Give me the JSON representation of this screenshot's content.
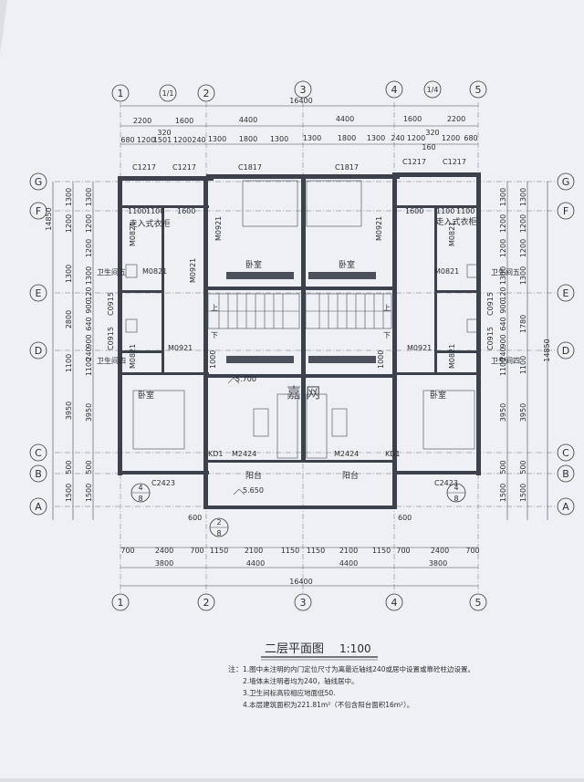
{
  "axes_top": [
    "1",
    "1/1",
    "2",
    "3",
    "4",
    "1/4",
    "5"
  ],
  "axes_bottom": [
    "1",
    "2",
    "3",
    "4",
    "5"
  ],
  "axes_left": [
    "G",
    "F",
    "E",
    "D",
    "C",
    "B",
    "A"
  ],
  "dims": {
    "total": "16400",
    "top_row1": [
      "2200",
      "1600",
      "4400",
      "4400",
      "1600",
      "2200"
    ],
    "top_row2": [
      "680",
      "1200",
      "1501",
      "1200",
      "240",
      "1300",
      "1800",
      "1300",
      "1300",
      "1800",
      "1300",
      "240",
      "1200",
      "1200",
      "680"
    ],
    "top_small": [
      "320",
      "320",
      "160"
    ],
    "bottom_row1": [
      "700",
      "2400",
      "700",
      "1150",
      "2100",
      "1150",
      "1150",
      "2100",
      "1150",
      "700",
      "2400",
      "700"
    ],
    "bottom_row2": [
      "3800",
      "4400",
      "4400",
      "3800"
    ],
    "bottom_total": "16400",
    "left_outer": [
      "1300",
      "1200",
      "1300",
      "2800",
      "1100",
      "3950",
      "500",
      "1500"
    ],
    "left_inner": [
      "1300",
      "1200",
      "1200",
      "1300",
      "120",
      "900",
      "640",
      "900",
      "240",
      "1100",
      "3950",
      "500",
      "1500"
    ],
    "left_total": "14850",
    "right_outer": [
      "1300",
      "1200",
      "1200",
      "1300",
      "1780",
      "1100",
      "3950",
      "500",
      "1500"
    ],
    "right_inner": [
      "1300",
      "1200",
      "1200",
      "1300",
      "120",
      "900",
      "640",
      "900",
      "240",
      "1100",
      "3950",
      "500",
      "1500"
    ],
    "right_total": "14850"
  },
  "windows": {
    "c1217": "C1217",
    "c1817": "C1817",
    "c2423": "C2423"
  },
  "doors": {
    "m0821": "M0821",
    "m0921": "M0921",
    "m2424": "M2424",
    "c0915": "C0915",
    "kd1": "KD1"
  },
  "rooms": {
    "bedroom": "卧室",
    "closet": "走入式衣柜",
    "bathroom_5": "卫生间五",
    "bathroom_4": "卫生间四",
    "balcony": "阳台",
    "up": "上",
    "down": "下"
  },
  "levels": {
    "floor": "5.700",
    "balcony": "5.650"
  },
  "section": {
    "num": "4",
    "sheet": "8",
    "num2": "2",
    "sheet2": "8"
  },
  "extra_dims": {
    "d1100": "1100",
    "d1600": "1600",
    "d1000": "1000",
    "d600": "600"
  },
  "watermark": "嘉 网",
  "title": "二层平面图",
  "scale": "1:100",
  "notes_label": "注：",
  "notes": [
    "1.图中未注明的内门定位尺寸为离最近轴线240或居中设置或靠砼柱边设置。",
    "2.墙体未注明者均为240，轴线居中。",
    "3.卫生间标高较相应地面低50.",
    "4.本层建筑面积为221.81m²（不包含阳台面积16m²）。"
  ]
}
